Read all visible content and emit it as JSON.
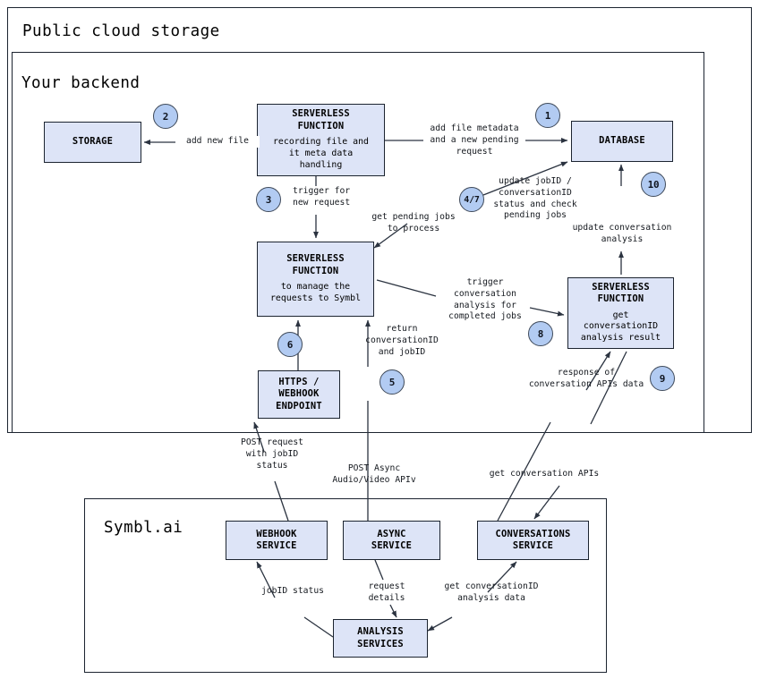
{
  "frames": [
    {
      "id": "public-cloud-storage",
      "title": "Public cloud storage"
    },
    {
      "id": "your-backend",
      "title": "Your backend"
    },
    {
      "id": "symbl-ai",
      "title": "Symbl.ai"
    }
  ],
  "nodes": {
    "storage": {
      "title": "STORAGE",
      "sub": ""
    },
    "serverless_1": {
      "title": "SERVERLESS\nFUNCTION",
      "sub": "recording file and\nit meta data\nhandling"
    },
    "database": {
      "title": "DATABASE",
      "sub": ""
    },
    "serverless_2": {
      "title": "SERVERLESS\nFUNCTION",
      "sub": "to manage the\nrequests to Symbl"
    },
    "serverless_3": {
      "title": "SERVERLESS\nFUNCTION",
      "sub": "get\nconversationID\nanalysis result"
    },
    "https_endpoint": {
      "title": "HTTPS /\nWEBHOOK\nENDPOINT",
      "sub": ""
    },
    "webhook_service": {
      "title": "WEBHOOK\nSERVICE",
      "sub": ""
    },
    "async_service": {
      "title": "ASYNC\nSERVICE",
      "sub": ""
    },
    "conversations_service": {
      "title": "CONVERSATIONS\nSERVICE",
      "sub": ""
    },
    "analysis_services": {
      "title": "ANALYSIS\nSERVICES",
      "sub": ""
    }
  },
  "badges": [
    {
      "id": "badge-1",
      "label": "1"
    },
    {
      "id": "badge-2",
      "label": "2"
    },
    {
      "id": "badge-3",
      "label": "3"
    },
    {
      "id": "badge-4-7",
      "label": "4/7"
    },
    {
      "id": "badge-5",
      "label": "5"
    },
    {
      "id": "badge-6",
      "label": "6"
    },
    {
      "id": "badge-8",
      "label": "8"
    },
    {
      "id": "badge-9",
      "label": "9"
    },
    {
      "id": "badge-10",
      "label": "10"
    }
  ],
  "edge_labels": {
    "add_new_file": "add new file",
    "add_file_metadata": "add file metadata\nand a new pending\nrequest",
    "trigger_new_request": "trigger for\nnew request",
    "get_pending_jobs": "get pending jobs\nto process",
    "update_jobid": "update jobID /\nconversationID\nstatus and check\npending jobs",
    "update_conversation_analysis": "update conversation\nanalysis",
    "trigger_conversation_analysis": "trigger\nconversation\nanalysis for\ncompleted jobs",
    "return_conversationid": "return\nconversationID\nand jobID",
    "response_of_conversation_apis": "response of\nconversation APIs data",
    "post_request_jobid": "POST request\nwith jobID\nstatus",
    "post_async_api": "POST Async\nAudio/Video APIv",
    "get_conversation_apis": "get conversation APIs",
    "jobid_status": "jobID status",
    "request_details": "request\ndetails",
    "get_conversationid_analysis_data": "get conversationID\nanalysis data"
  },
  "colors": {
    "node_fill": "#dde4f7",
    "node_stroke": "#1c2430",
    "badge_fill": "#b2cbf2",
    "badge_stroke": "#3f4a5a",
    "line": "#2b3340",
    "page_background": "#ffffff"
  }
}
